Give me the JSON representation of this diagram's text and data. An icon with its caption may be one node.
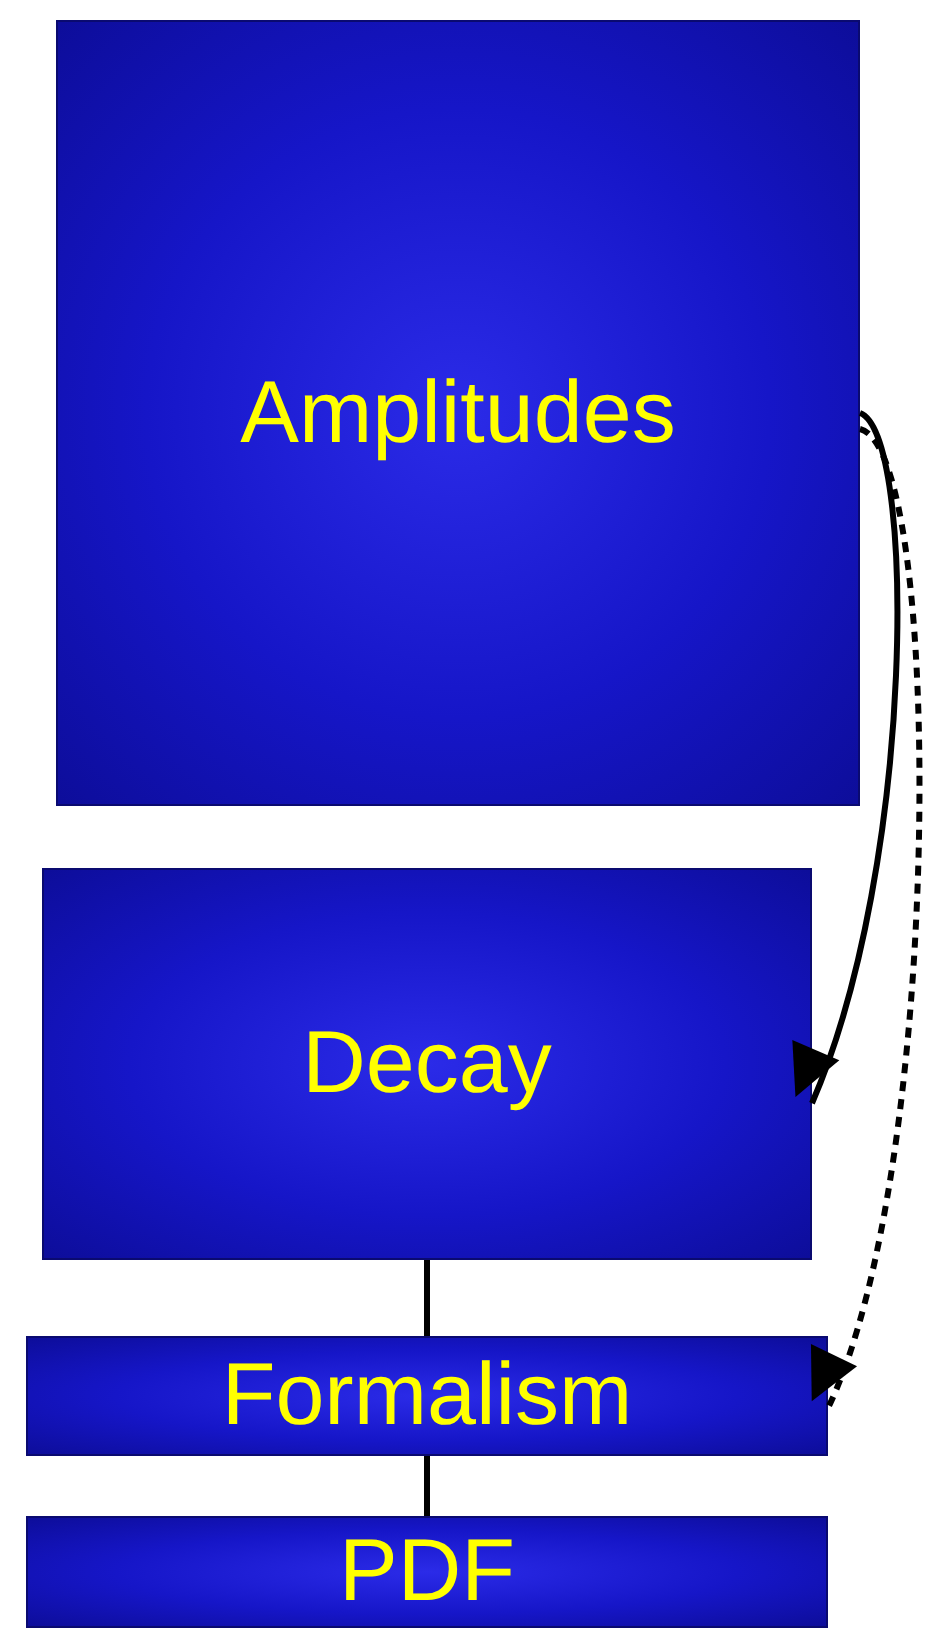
{
  "diagram": {
    "nodes": [
      {
        "text": [
          "Amplitudes"
        ]
      },
      {
        "text": [
          "Decay"
        ]
      },
      {
        "text": [
          "Formalism"
        ]
      },
      {
        "text": [
          "PDF"
        ]
      }
    ],
    "edges": [
      {
        "from": 0,
        "to": 1,
        "arrow": "to"
      },
      {
        "from": 0,
        "to": 2,
        "arrow": "to",
        "style": "dashed"
      },
      {
        "from": 1,
        "to": 2,
        "arrow": "none"
      },
      {
        "from": 2,
        "to": 3,
        "arrow": "none"
      }
    ]
  }
}
